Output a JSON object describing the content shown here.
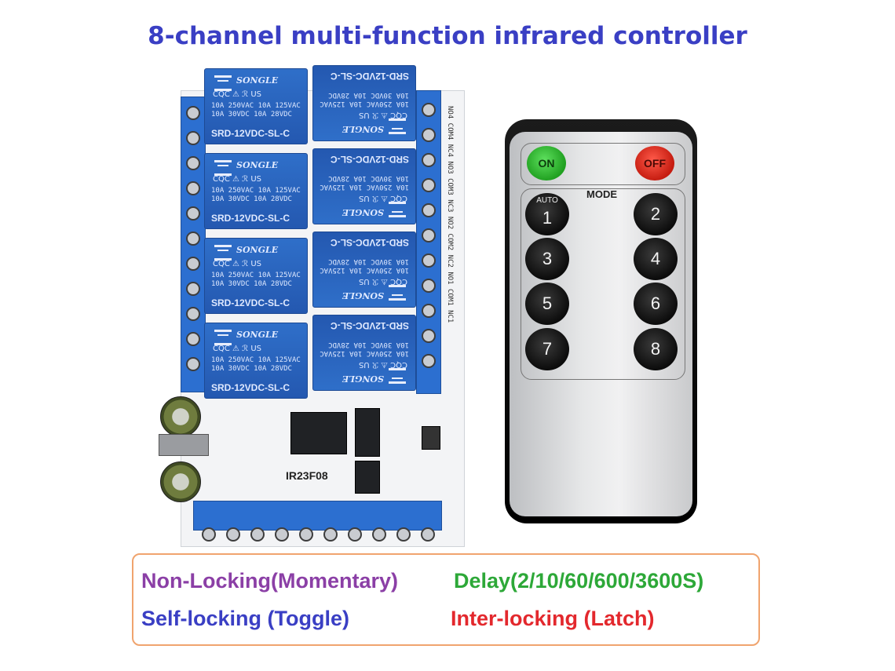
{
  "title": "8-channel multi-function infrared controller",
  "board": {
    "relay_brand": "SONGLE",
    "relay_spec_line1": "10A 250VAC  10A 125VAC",
    "relay_spec_line2": "10A  30VDC  10A  28VDC",
    "relay_model": "SRD-12VDC-SL-C",
    "relay_certs": "CQC ⚠ ℛ US",
    "ic_label": "IR23F08",
    "terminal_labels": "NO4 COM4 NC4 NO3 COM3 NC3 NO2 COM2 NC2 NO1 COM1 NC1"
  },
  "remote": {
    "on_label": "ON",
    "off_label": "OFF",
    "mode_label": "MODE",
    "auto_label": "AUTO",
    "buttons": [
      "1",
      "2",
      "3",
      "4",
      "5",
      "6",
      "7",
      "8"
    ]
  },
  "modes": {
    "non_locking": "Non-Locking(Momentary)",
    "delay": "Delay(2/10/60/600/3600S)",
    "self_locking": "Self-locking (Toggle)",
    "inter_locking": "Inter-locking (Latch)"
  },
  "colors": {
    "title": "#3a3fc4",
    "non_locking": "#8b3fa6",
    "delay": "#2da838",
    "self_locking": "#3a3fc4",
    "inter_locking": "#e3282d",
    "relay_blue": "#2458b0"
  }
}
